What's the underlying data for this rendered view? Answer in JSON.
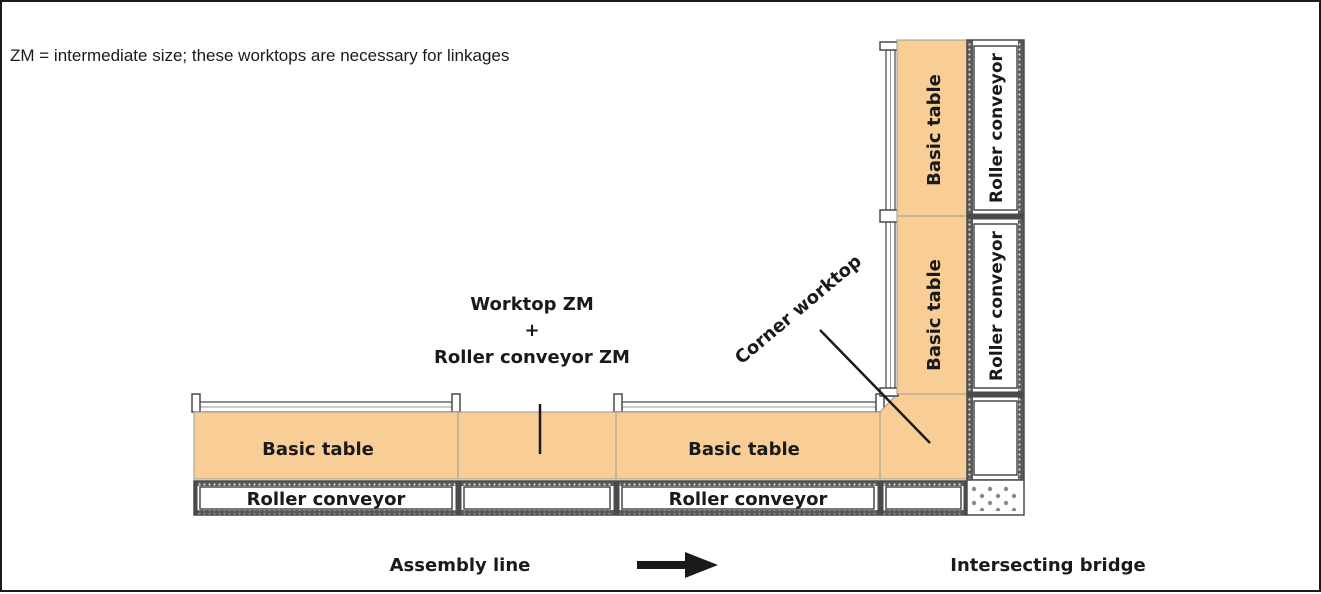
{
  "note": "ZM = intermediate size; these worktops are necessary for linkages",
  "colors": {
    "worktop": "#f9cd96",
    "outline": "#8a8a8a",
    "rail": "#4a4a4a",
    "text": "#1a1a1a"
  },
  "labels": {
    "basic_table": "Basic table",
    "roller_conveyor": "Roller conveyor",
    "worktop_zm_line1": "Worktop ZM",
    "worktop_zm_plus": "+",
    "worktop_zm_line2": "Roller conveyor ZM",
    "corner_worktop": "Corner worktop",
    "assembly_line": "Assembly line",
    "intersecting_bridge": "Intersecting bridge"
  },
  "icons": {
    "direction": "arrow-right-icon"
  }
}
